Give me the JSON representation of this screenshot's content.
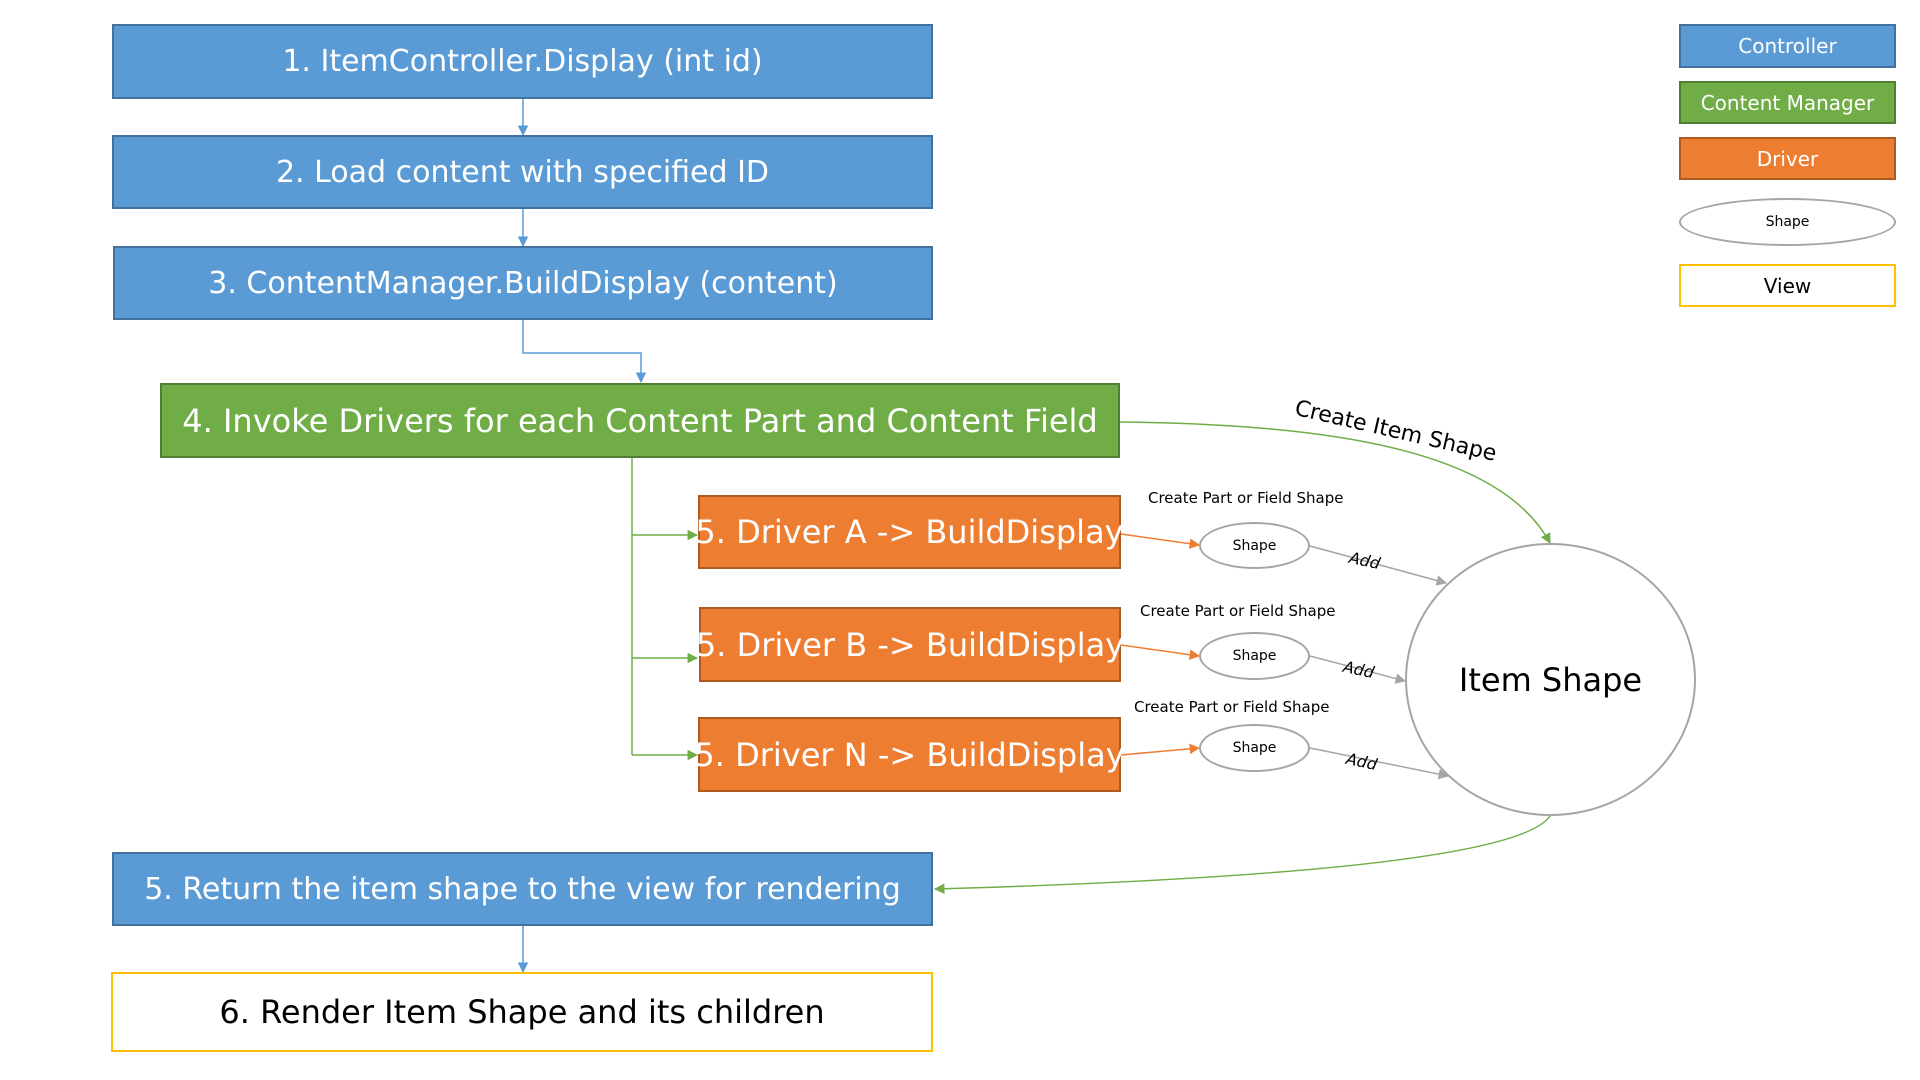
{
  "steps": {
    "s1": "1. ItemController.Display (int id)",
    "s2": "2. Load content with specified ID",
    "s3": "3. ContentManager.BuildDisplay (content)",
    "s4": "4. Invoke Drivers for each Content Part and Content Field",
    "s5a": "5. Driver A -> BuildDisplay",
    "s5b": "5. Driver B -> BuildDisplay",
    "s5n": "5. Driver N -> BuildDisplay",
    "s5r": "5. Return the item shape to the view for rendering",
    "s6": "6. Render Item Shape and its children"
  },
  "shapes": {
    "part_shape_a": "Shape",
    "part_shape_b": "Shape",
    "part_shape_n": "Shape",
    "item_shape": "Item Shape"
  },
  "edge_labels": {
    "create_item_shape": "Create Item Shape",
    "create_part_a": "Create Part or Field Shape",
    "create_part_b": "Create Part or Field Shape",
    "create_part_n": "Create Part or Field Shape",
    "add_a": "Add",
    "add_b": "Add",
    "add_n": "Add"
  },
  "legend": {
    "controller": "Controller",
    "content_manager": "Content Manager",
    "driver": "Driver",
    "shape": "Shape",
    "view": "View"
  },
  "colors": {
    "controller": "#5b9bd5",
    "content_manager": "#70ad47",
    "driver": "#ed7d31",
    "shape_border": "#a5a5a5",
    "view_border": "#ffc000"
  }
}
